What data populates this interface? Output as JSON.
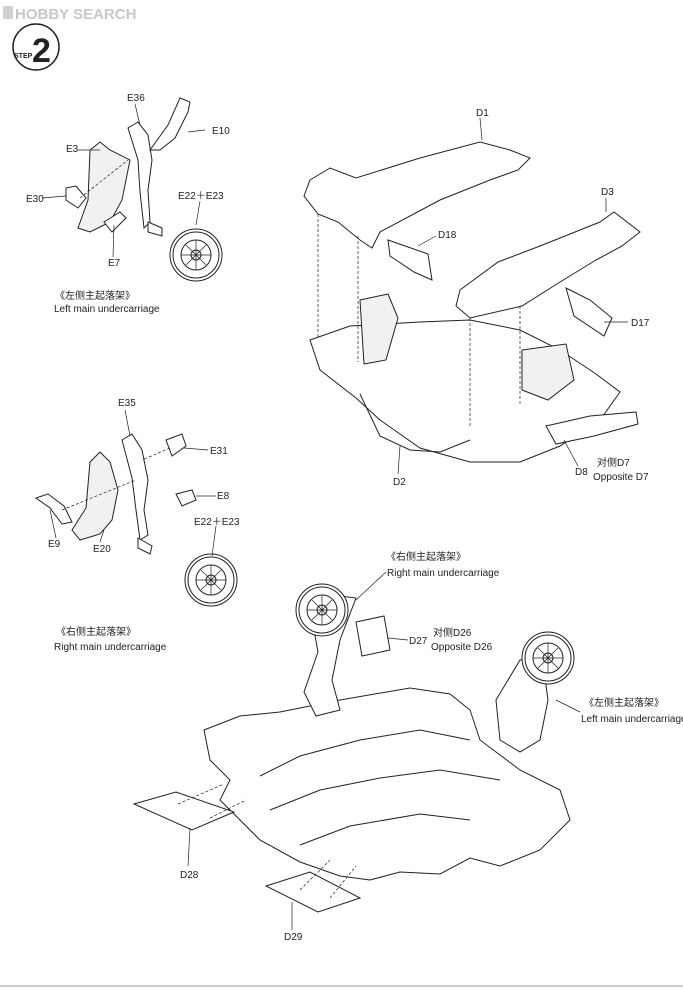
{
  "brand": {
    "logo_text": "HOBBY SEARCH"
  },
  "step": {
    "word": "STEP",
    "number": "2"
  },
  "labels": {
    "E36": "E36",
    "E10": "E10",
    "E3": "E3",
    "E30": "E30",
    "E22_E23": "E22＋E23",
    "E7": "E7",
    "D1": "D1",
    "D3": "D3",
    "D18": "D18",
    "D17": "D17",
    "D2": "D2",
    "D8": "D8",
    "E35": "E35",
    "E31": "E31",
    "E8": "E8",
    "E9": "E9",
    "E20": "E20",
    "E22_E23b": "E22＋E23",
    "D27": "D27",
    "D28": "D28",
    "D29": "D29"
  },
  "captions": {
    "left_cn": "《左侧主起落架》",
    "left_en": "Left main undercarriage",
    "right_cn": "《右侧主起落架》",
    "right_en": "Right main undercarriage",
    "opp_d7_cn": "对侧D7",
    "opp_d7_en": "Opposite D7",
    "right2_cn": "《右侧主起落架》",
    "right2_en": "Right main undercarriage",
    "opp_d26_cn": "对侧D26",
    "opp_d26_en": "Opposite D26",
    "left2_cn": "《左侧主起落架》",
    "left2_en": "Left main undercarriage"
  }
}
